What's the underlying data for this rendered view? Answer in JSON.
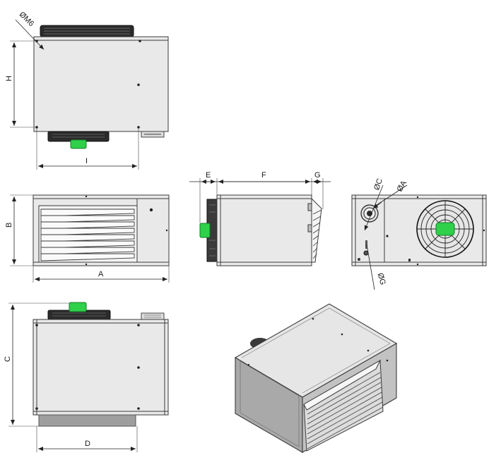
{
  "dimensions": {
    "phi_m6": "ØM6",
    "h": "H",
    "i": "I",
    "b": "B",
    "a": "A",
    "e": "E",
    "f": "F",
    "g": "G",
    "phi_c": "ØC",
    "phi_a": "ØA",
    "phi_g": "ØG",
    "c": "C",
    "d": "D"
  },
  "colors": {
    "body": "#e9e9e9",
    "edge": "#3a3a3a",
    "fan_green": "#2fd04a",
    "louver": "#f2f2f2",
    "dark_panel": "#bdbdbd"
  }
}
